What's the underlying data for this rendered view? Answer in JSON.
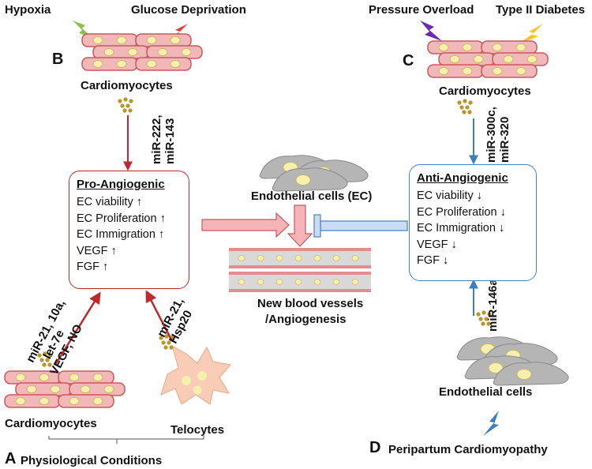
{
  "stimuli": {
    "hypoxia": "Hypoxia",
    "glucose_deprivation": "Glucose Deprivation",
    "pressure_overload": "Pressure Overload",
    "type2_diabetes": "Type II Diabetes",
    "peripartum": "Peripartum Cardiomyopathy"
  },
  "sections": {
    "a": "A",
    "b": "B",
    "c": "C",
    "d": "D"
  },
  "labels": {
    "cardiomyocytes_b": "Cardiomyocytes",
    "cardiomyocytes_c": "Cardiomyocytes",
    "cardiomyocytes_a": "Cardiomyocytes",
    "telocytes": "Telocytes",
    "endothelial_ec": "Endothelial cells (EC)",
    "new_vessels_line1": "New blood vessels",
    "new_vessels_line2": "/Angiogenesis",
    "endothelial_cells": "Endothelial cells",
    "physiological": "Physiological Conditions"
  },
  "mirna": {
    "b_line1": "miR-222,",
    "b_line2": "miR-143",
    "c_line1": "miR-300c,",
    "c_line2": "miR-320",
    "d": "miR-146a",
    "a_left_line1": "miR-21, 10a,",
    "a_left_line2": "let-7e",
    "a_left_line3": "VEGF, NO",
    "a_right_line1": "miR-21,",
    "a_right_line2": "Hsp20"
  },
  "pro_box": {
    "title": "Pro-Angiogenic",
    "items": [
      "EC viability ↑",
      "EC Proliferation ↑",
      "EC Immigration ↑",
      "VEGF ↑",
      "FGF ↑"
    ]
  },
  "anti_box": {
    "title": "Anti-Angiogenic",
    "items": [
      "EC viability ↓",
      "EC Proliferation ↓",
      "EC Immigration ↓",
      "VEGF ↓",
      "FGF ↓"
    ]
  },
  "colors": {
    "muscle": "#f2b7b9",
    "muscle_stroke": "#c85a5e",
    "nucleus": "#f7efb0",
    "dots": "#b8962a",
    "red_arrow": "#c0282b",
    "blue_arrow": "#3f7dbf",
    "pink_arrow": "#f5b5b8",
    "light_blue_block": "#c9dcf2",
    "endothelial": "#b5b5b5",
    "vessel": "#d9d9d9"
  }
}
